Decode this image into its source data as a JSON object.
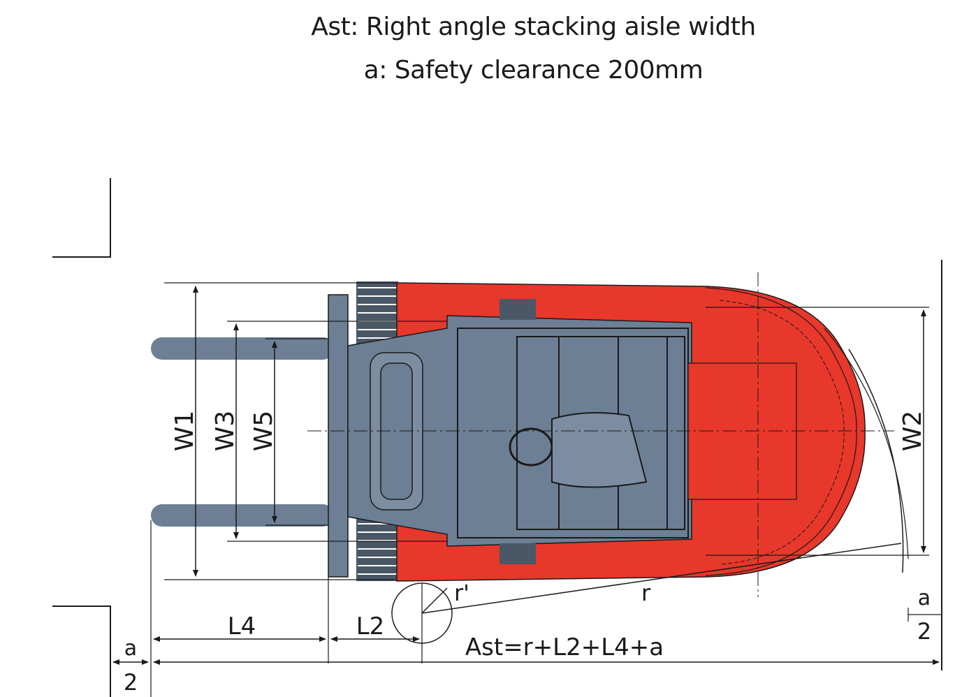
{
  "captions": {
    "line1": "Ast: Right angle stacking aisle width",
    "line2": "a: Safety clearance 200mm"
  },
  "dimensions": {
    "w1": "W1",
    "w3": "W3",
    "w5": "W5",
    "w2": "W2",
    "l4": "L4",
    "l2": "L2",
    "r_prime": "r'",
    "r": "r",
    "a_left": "a",
    "two_left": "2",
    "a_right": "a",
    "two_right": "2",
    "formula": "Ast=r+L2+L4+a"
  },
  "colors": {
    "body_red": "#e8372b",
    "chassis_blue": "#6d7f94",
    "line": "#1a1a1a"
  }
}
